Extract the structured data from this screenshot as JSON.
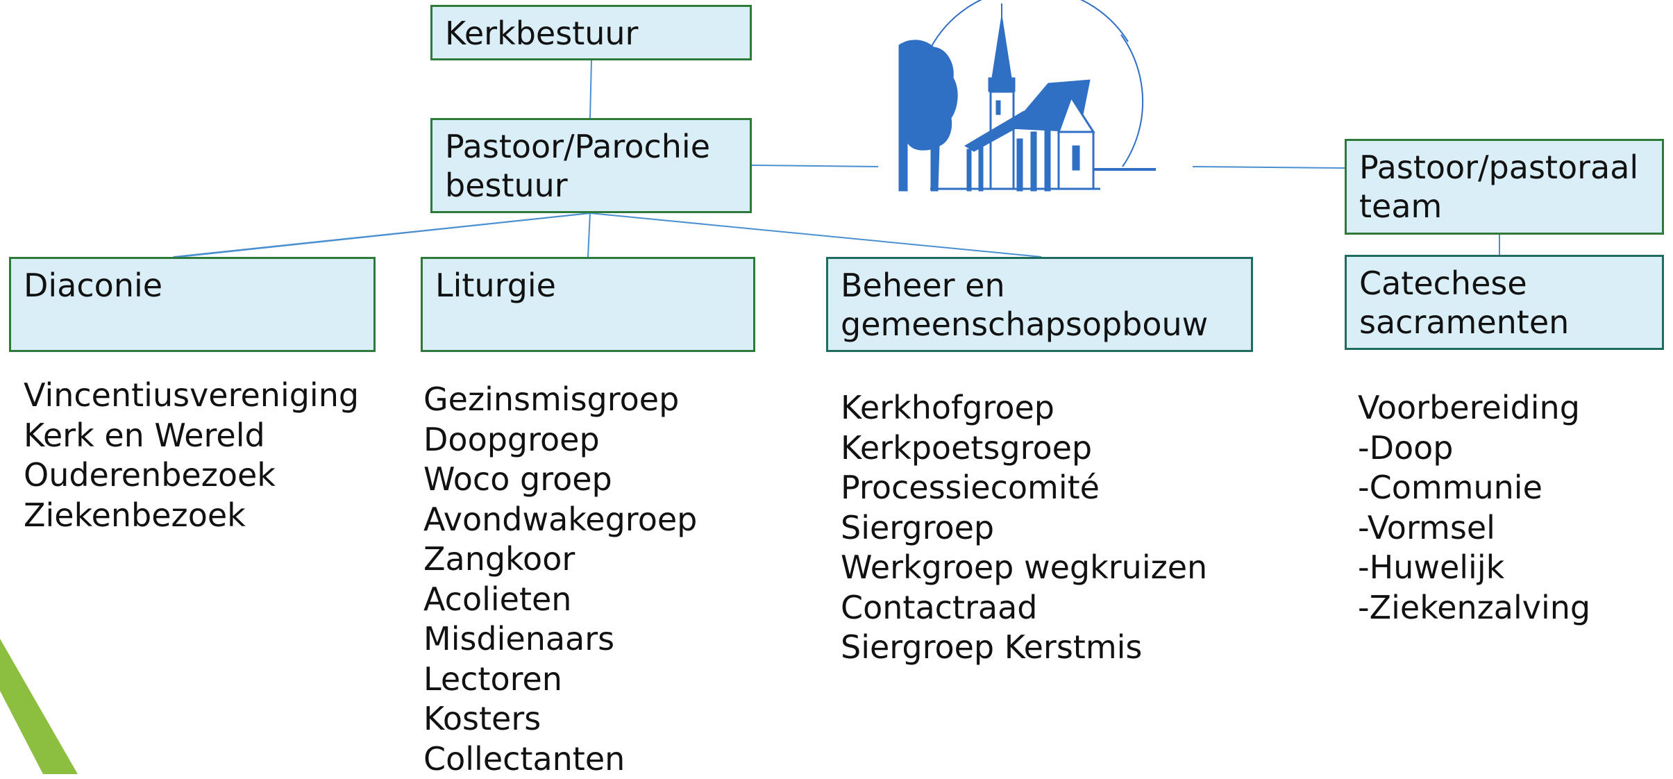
{
  "boxes": {
    "kerkbestuur": "Kerkbestuur",
    "pastoor_parochie": "Pastoor/Parochie\nbestuur",
    "pastoor_pastoraal": "Pastoor/pastoraal\nteam",
    "diaconie": "Diaconie",
    "liturgie": "Liturgie",
    "beheer": "Beheer en\ngemeenschapsopbouw",
    "catechese": "Catechese\nsacramenten"
  },
  "lists": {
    "diaconie": [
      "Vincentiusvereniging",
      "Kerk en Wereld",
      "Ouderenbezoek",
      "Ziekenbezoek"
    ],
    "liturgie": [
      "Gezinsmisgroep",
      "Doopgroep",
      "Woco groep",
      "Avondwakegroep",
      "Zangkoor",
      "Acolieten",
      "Misdienaars",
      "Lectoren",
      "Kosters",
      "Collectanten"
    ],
    "beheer": [
      "Kerkhofgroep",
      "Kerkpoetsgroep",
      "Processiecomité",
      "Siergroep",
      "Werkgroep wegkruizen",
      "Contactraad",
      "Siergroep Kerstmis"
    ],
    "catechese": [
      "Voorbereiding",
      "-Doop",
      "-Communie",
      "-Vormsel",
      "-Huwelijk",
      "-Ziekenzalving"
    ]
  },
  "colors": {
    "box_fill": "#daeef7",
    "box_border_green": "#2e7a3a",
    "box_border_teal": "#1f6b5e",
    "connector": "#4a8fd0",
    "logo_blue": "#2f6fc4",
    "accent_green": "#8cbf3f"
  },
  "icons": {
    "logo": "church-logo",
    "decoration": "triangle-decoration"
  }
}
